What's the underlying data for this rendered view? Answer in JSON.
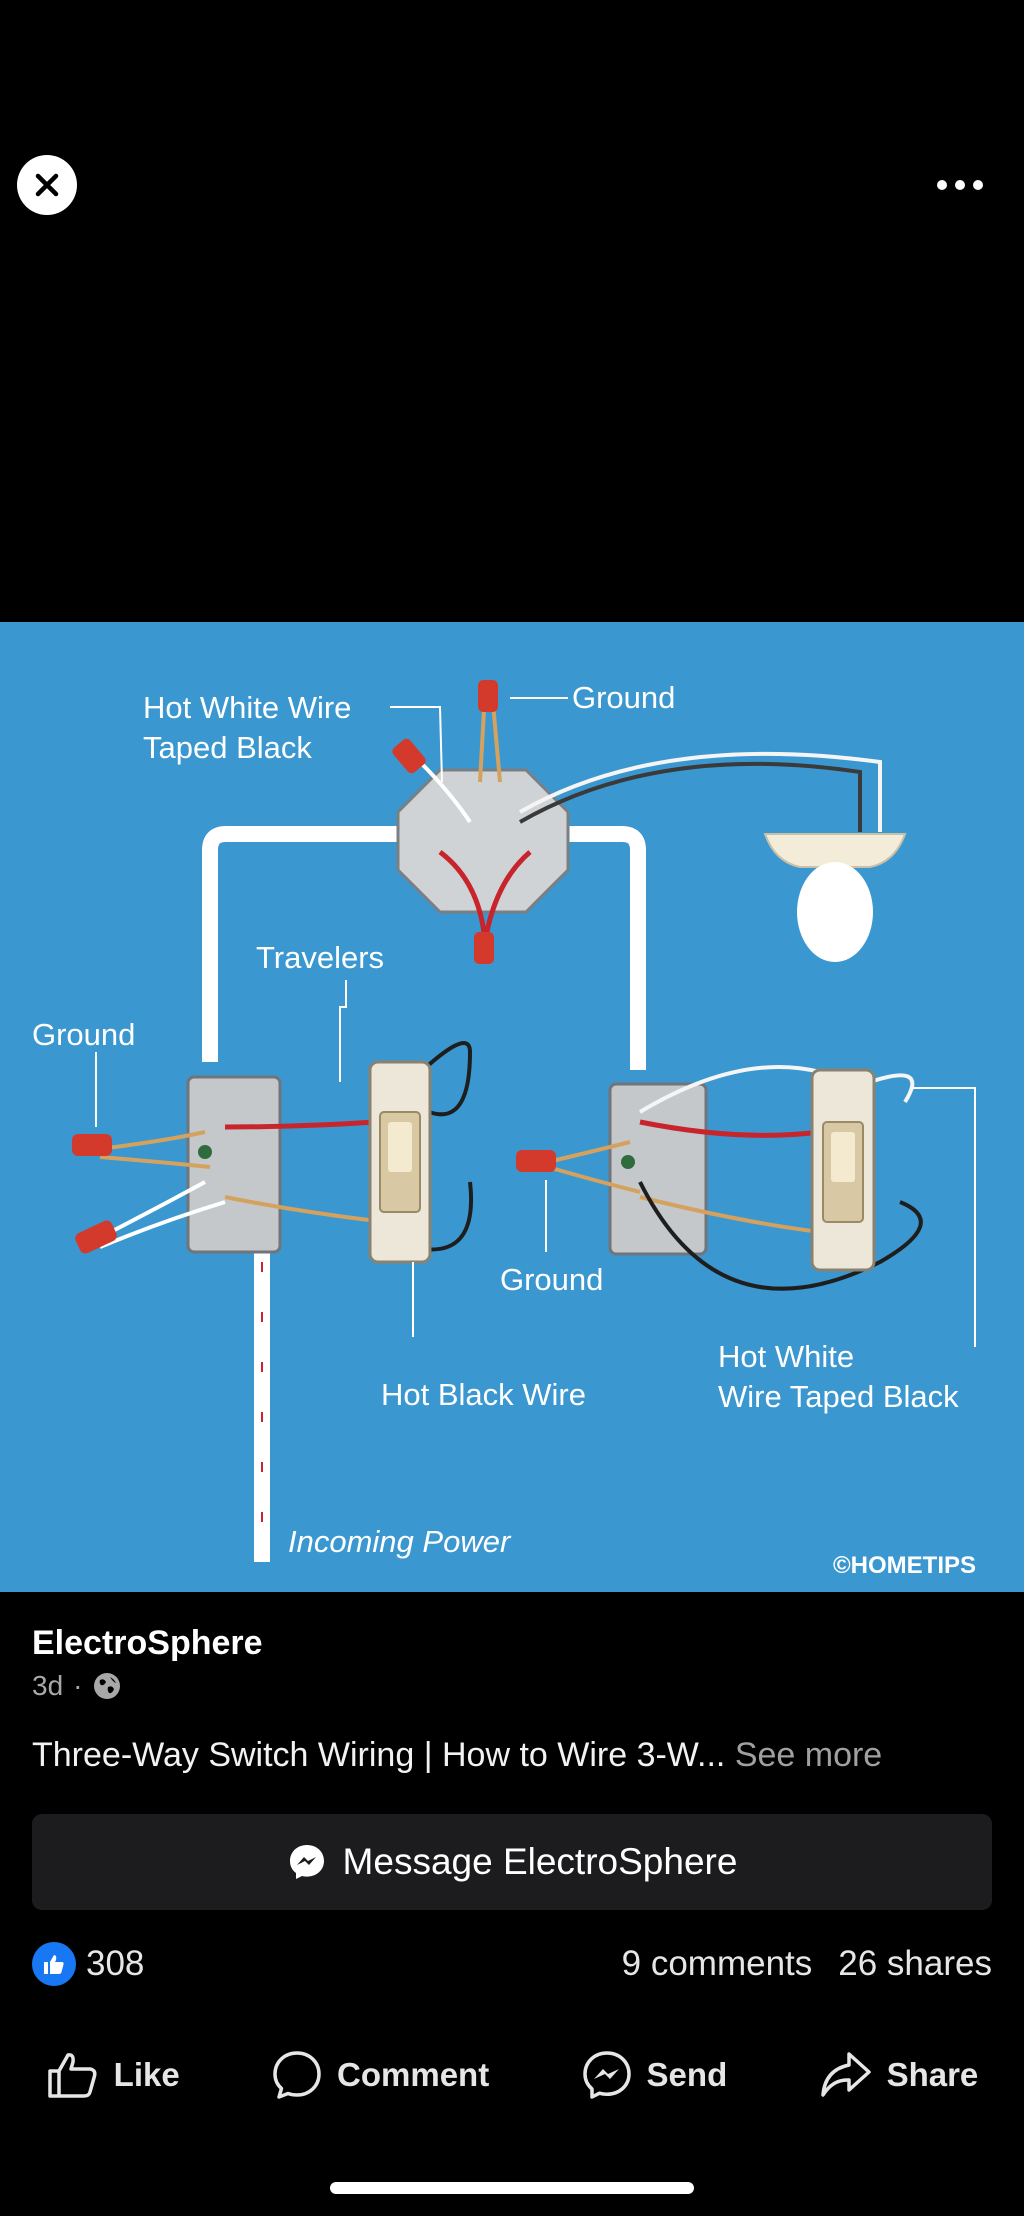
{
  "viewer": {
    "close_icon": "close-icon",
    "more_icon": "more-horizontal-icon"
  },
  "diagram": {
    "background_color": "#3b97d0",
    "labels": {
      "hot_white_top_1": "Hot White Wire",
      "hot_white_top_2": "Taped Black",
      "ground_top": "Ground",
      "travelers": "Travelers",
      "ground_left": "Ground",
      "ground_middle": "Ground",
      "hot_black": "Hot Black Wire",
      "hot_white_right_1": "Hot White",
      "hot_white_right_2": "Wire Taped Black",
      "incoming_power": "Incoming Power",
      "watermark": "©HOMETIPS"
    }
  },
  "post": {
    "author": "ElectroSphere",
    "time": "3d",
    "separator": "·",
    "privacy_icon": "globe-icon",
    "caption": "Three-Way Switch Wiring | How to Wire 3-W...",
    "see_more": "See more",
    "message_button": "Message ElectroSphere",
    "reaction_icon": "like-reaction-icon",
    "reaction_count": "308",
    "comments": "9 comments",
    "shares": "26 shares"
  },
  "actions": {
    "like": "Like",
    "comment": "Comment",
    "send": "Send",
    "share": "Share"
  },
  "colors": {
    "accent": "#1877f2",
    "button_bg": "#1c1c1e",
    "wire_red": "#c8242b",
    "wire_tan": "#d4a25e"
  }
}
